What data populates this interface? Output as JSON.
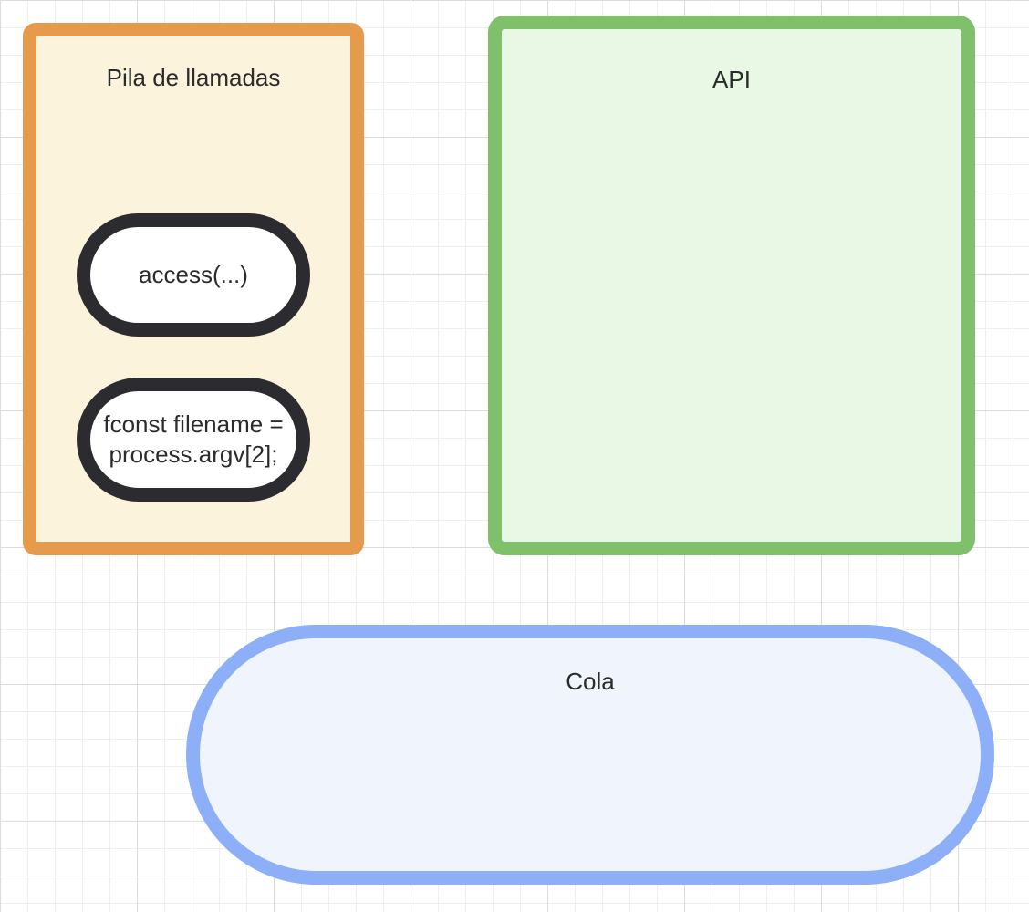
{
  "diagram": {
    "call_stack": {
      "title": "Pila de llamadas",
      "frames": [
        {
          "label": "access(...)"
        },
        {
          "label": "fconst filename = process.argv[2];"
        }
      ]
    },
    "api": {
      "title": "API"
    },
    "queue": {
      "title": "Cola"
    }
  },
  "colors": {
    "call_stack_border": "#e69a4b",
    "call_stack_fill": "#fcf3dc",
    "api_border": "#7fc06b",
    "api_fill": "#e8f8e4",
    "queue_border": "#8daff8",
    "queue_fill": "#eff4fd",
    "call_border": "#2b2b30"
  }
}
